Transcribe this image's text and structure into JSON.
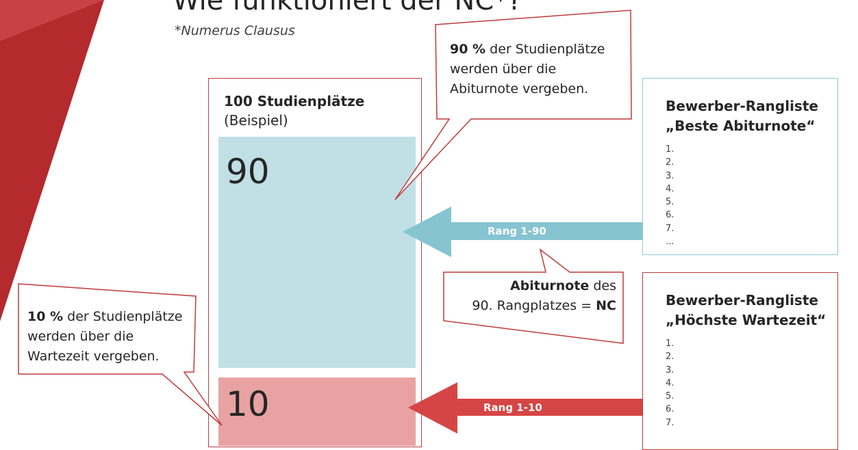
{
  "header": {
    "title": "Wie funktioniert der NC*?",
    "subtitle": "*Numerus Clausus"
  },
  "main_box": {
    "label_bold": "100 Studienplätze",
    "label_note": "(Beispiel)",
    "share_top": "90",
    "share_bottom": "10"
  },
  "callouts": {
    "top": {
      "bold": "90 %",
      "text_1": " der Studienplätze",
      "text_2": "werden über die",
      "text_3": "Abiturnote vergeben."
    },
    "left": {
      "bold": "10 %",
      "text_1": " der Studienplätze",
      "text_2": "werden über die",
      "text_3": "Wartezeit vergeben."
    },
    "nc": {
      "bold_1": "Abiturnote",
      "text_1": " des",
      "text_2": "90. Rangplatzes = ",
      "bold_2": "NC"
    }
  },
  "ranking_abitur": {
    "title_1": "Bewerber-Rangliste",
    "title_2": "„Beste Abiturnote“",
    "items": [
      "1.",
      "2.",
      "3.",
      "4.",
      "5.",
      "6.",
      "7.",
      "..."
    ]
  },
  "ranking_wartezeit": {
    "title_1": "Bewerber-Rangliste",
    "title_2": "„Höchste Wartezeit“",
    "items": [
      "1.",
      "2.",
      "3.",
      "4.",
      "5.",
      "6.",
      "7."
    ]
  },
  "arrows": {
    "blue_label": "Rang 1-90",
    "red_label": "Rang 1-10"
  },
  "colors": {
    "accent_red": "#c0393b",
    "blue_fill": "#c0e0e5",
    "red_fill": "#e9a2a2",
    "blue_arrow": "#86c4d2",
    "red_arrow": "#d64545",
    "teal_border": "#8ecbd6"
  }
}
